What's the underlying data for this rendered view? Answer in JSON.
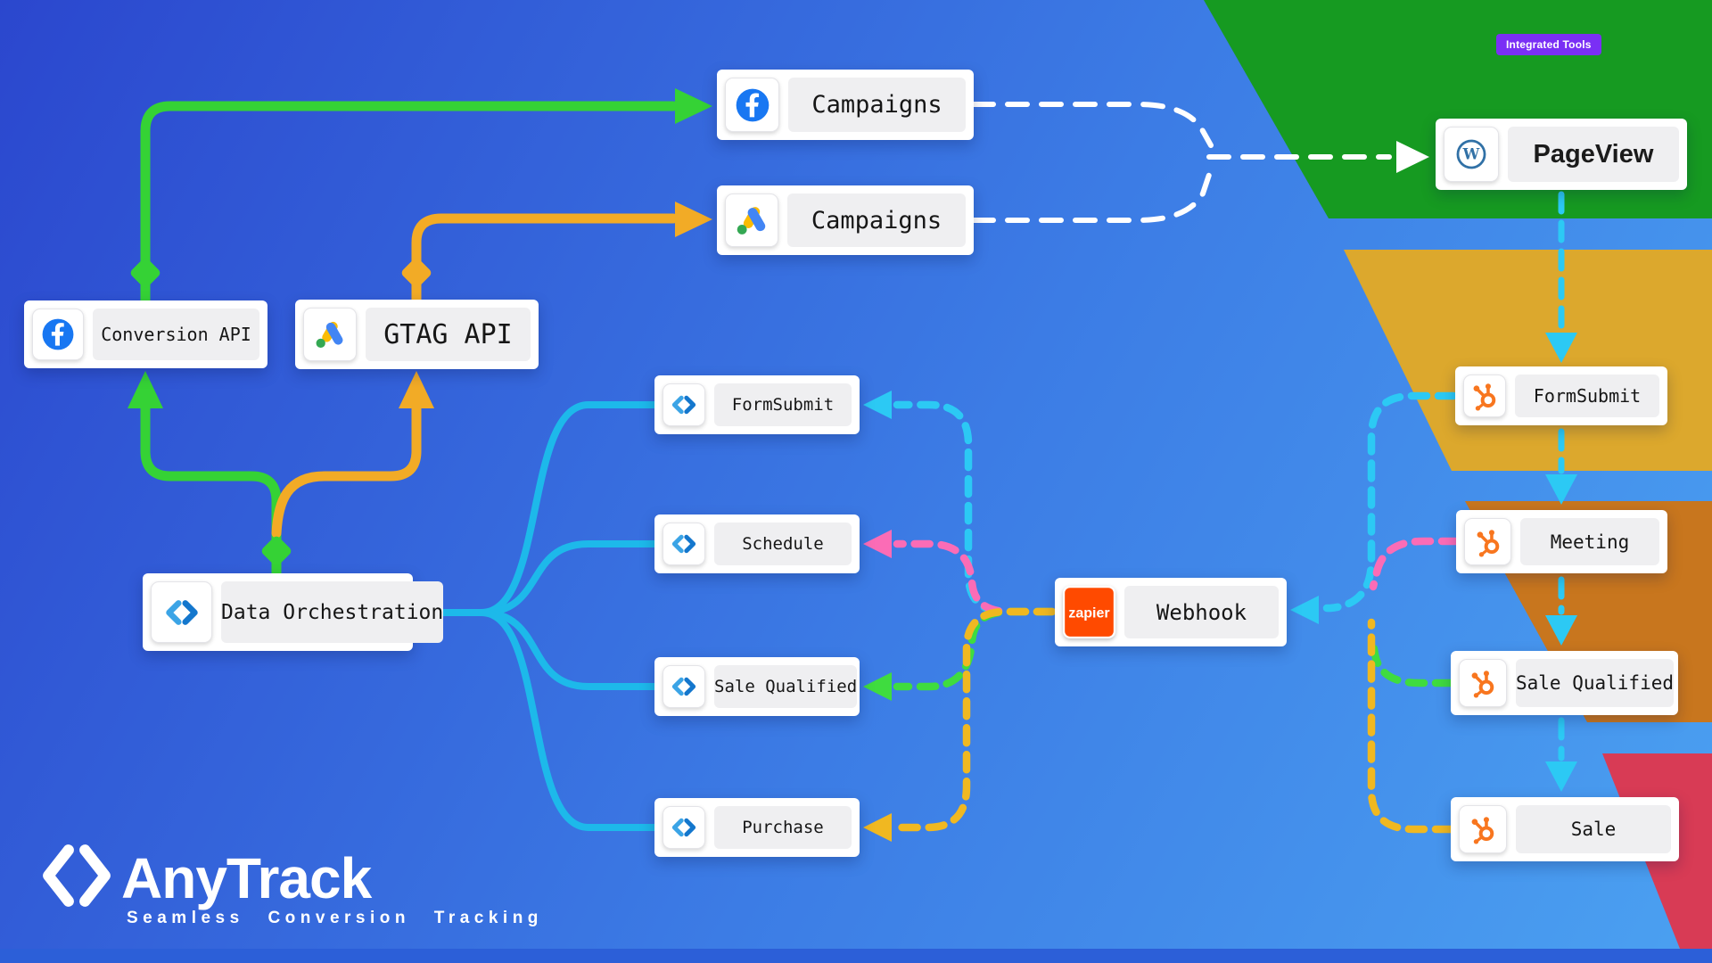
{
  "badge": {
    "label": "Integrated Tools",
    "bg": "#7a2ff5"
  },
  "logo": {
    "brand": "AnyTrack",
    "tagline": "Seamless Conversion Tracking"
  },
  "icons": {
    "wordpress_letter": "W"
  },
  "nodes": {
    "facebook_campaigns": {
      "label": "Campaigns"
    },
    "google_campaigns": {
      "label": "Campaigns"
    },
    "conversion_api": {
      "label": "Conversion API"
    },
    "gtag_api": {
      "label": "GTAG API"
    },
    "data_orchestration": {
      "label": "Data Orchestration"
    },
    "anytrack_formsubmit": {
      "label": "FormSubmit"
    },
    "anytrack_schedule": {
      "label": "Schedule"
    },
    "anytrack_sale_qualified": {
      "label": "Sale Qualified"
    },
    "anytrack_purchase": {
      "label": "Purchase"
    },
    "webhook": {
      "label": "Webhook",
      "icon_text": "zapier"
    },
    "pageview": {
      "label": "PageView"
    },
    "hubspot_formsubmit": {
      "label": "FormSubmit"
    },
    "hubspot_meeting": {
      "label": "Meeting"
    },
    "hubspot_sale_qualified": {
      "label": "Sale Qualified"
    },
    "hubspot_sale": {
      "label": "Sale"
    }
  },
  "colors": {
    "funnel_green": "#169a21",
    "funnel_yellow": "#dca82d",
    "funnel_orange": "#c8761e",
    "funnel_red": "#d83b55",
    "bottom_bar": "#2c5fd8",
    "line_green": "#35d235",
    "line_orange": "#f2ab26",
    "line_cyan": "#1db9ea",
    "dash_white": "#ffffff",
    "dash_cyan": "#2cc9f4",
    "dash_pink": "#fb6cb6",
    "dash_green": "#3fdc3f",
    "dash_yellow": "#f0b821"
  }
}
